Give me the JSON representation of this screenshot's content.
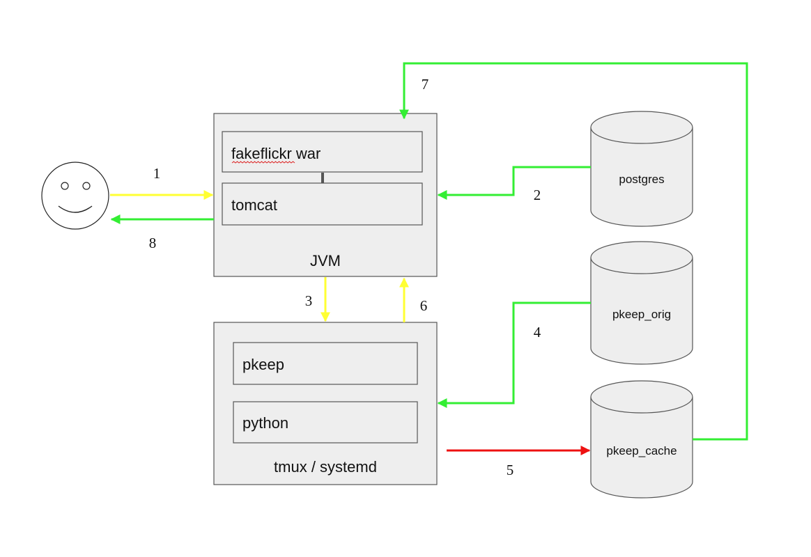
{
  "colors": {
    "request": "#ffff33",
    "data_flow": "#33ee33",
    "write": "#ee1111",
    "box_fill": "#eeeeee",
    "box_stroke": "#555555",
    "spellcheck_underline": "#dd2222"
  },
  "user": {
    "icon": "smiley-face-icon"
  },
  "jvm_box": {
    "label": "JVM",
    "inner": [
      "fakeflickr war",
      "tomcat"
    ]
  },
  "tmux_box": {
    "label": "tmux / systemd",
    "inner": [
      "pkeep",
      "python"
    ]
  },
  "databases": [
    "postgres",
    "pkeep_orig",
    "pkeep_cache"
  ],
  "steps": [
    "1",
    "2",
    "3",
    "4",
    "5",
    "6",
    "7",
    "8"
  ]
}
